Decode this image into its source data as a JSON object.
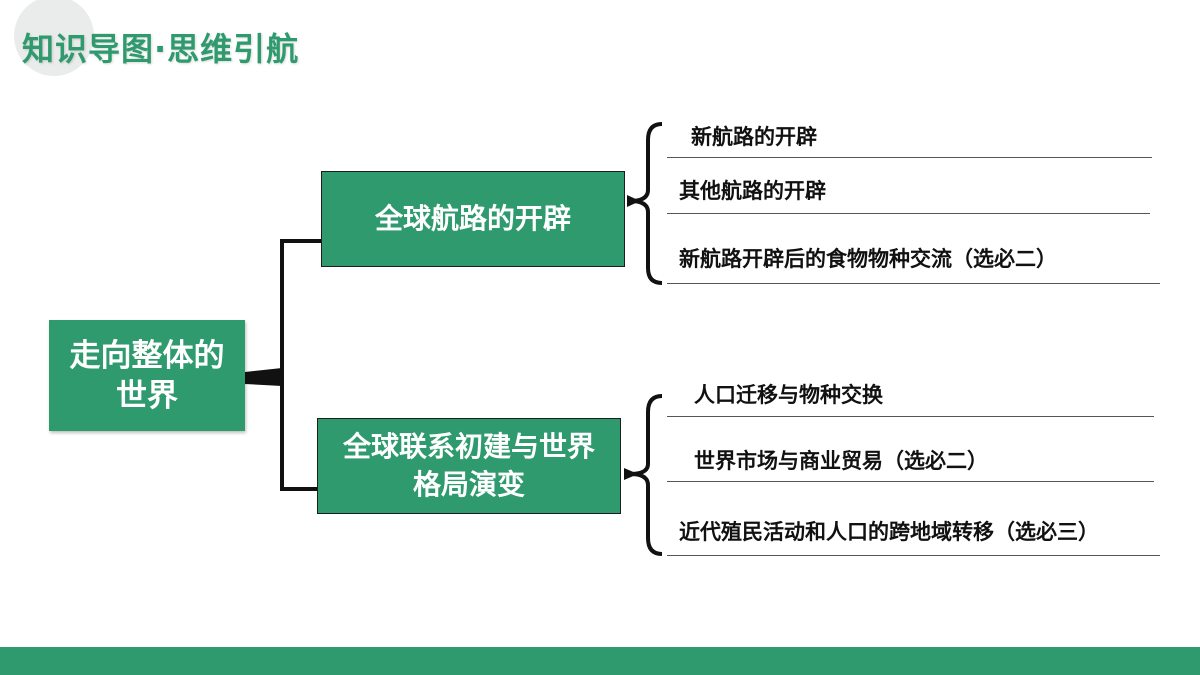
{
  "header": {
    "title": "知识导图·思维引航"
  },
  "mindmap": {
    "root": "走向整体的世界",
    "branches": [
      {
        "label": "全球航路的开辟",
        "items": [
          "新航路的开辟",
          "其他航路的开辟",
          "新航路开辟后的食物物种交流（选必二）"
        ]
      },
      {
        "label": "全球联系初建与世界格局演变",
        "items": [
          "人口迁移与物种交换",
          "世界市场与商业贸易（选必二）",
          "近代殖民活动和人口的跨地域转移（选必三）"
        ]
      }
    ]
  },
  "colors": {
    "accent": "#2e9a6e",
    "node_text": "#ffffff",
    "line": "#111111"
  }
}
